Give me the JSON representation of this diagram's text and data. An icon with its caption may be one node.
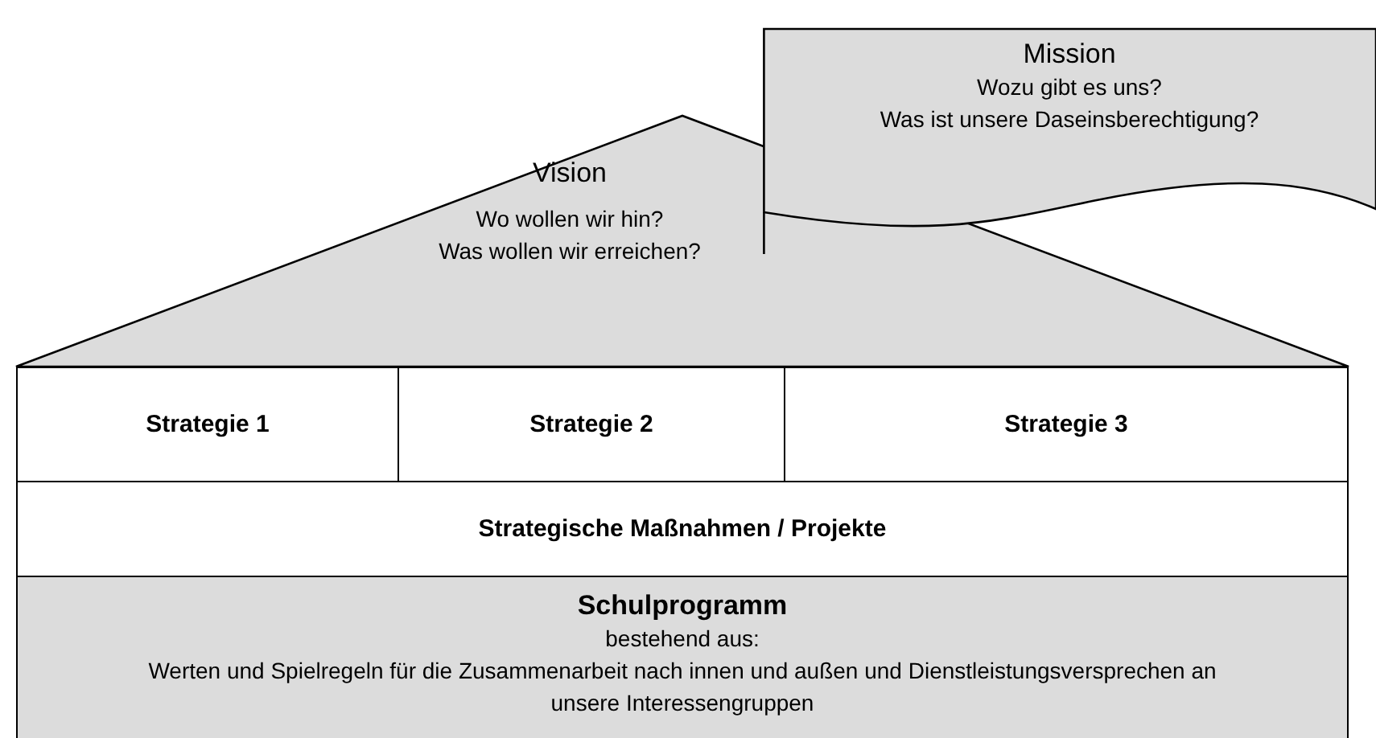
{
  "diagram": {
    "nodes": [
      {
        "text": [
          "Vision",
          "Wo wollen wir hin?",
          "Was wollen wir erreichen?"
        ]
      },
      {
        "text": [
          "Mission",
          "Wozu gibt es uns?",
          "Was ist unsere Daseinsberechtigung?"
        ]
      },
      {
        "text": [
          "Strategie 1"
        ]
      },
      {
        "text": [
          "Strategie 2"
        ]
      },
      {
        "text": [
          "Strategie 3"
        ]
      },
      {
        "text": [
          "Strategische Maßnahmen / Projekte"
        ]
      },
      {
        "text": [
          "Schulprogramm",
          "bestehend aus:",
          "Werten und Spielregeln für die Zusammenarbeit nach innen und außen und Dienstleistungsversprechen an unsere Interessengruppen"
        ]
      }
    ],
    "edges": []
  }
}
